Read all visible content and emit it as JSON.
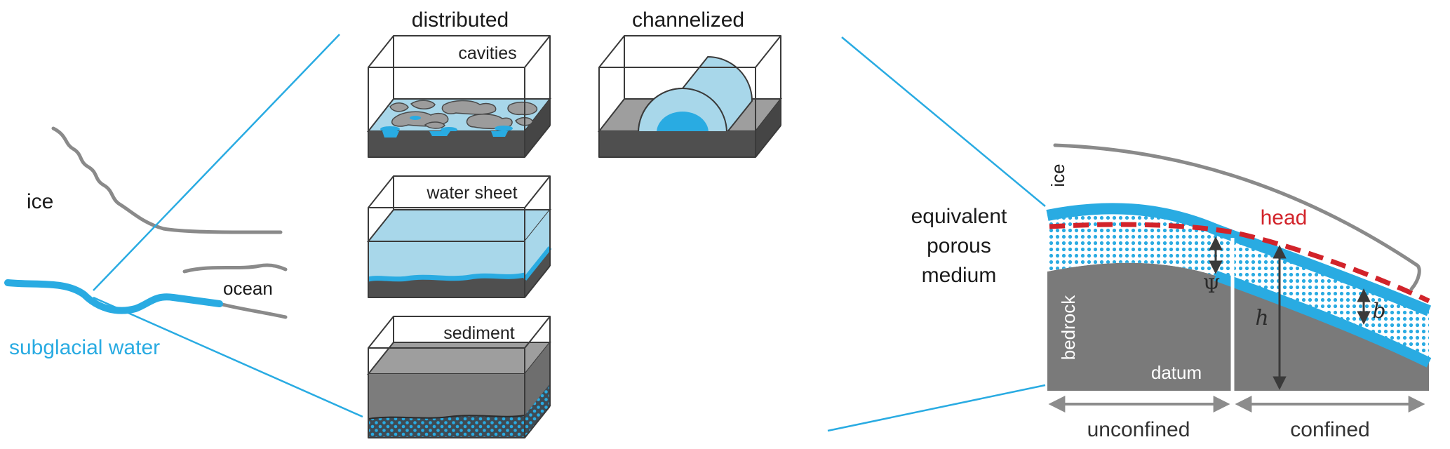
{
  "palette": {
    "water_cyan": "#29ABE2",
    "water_light": "#A8D7EA",
    "head_red": "#D2232A",
    "bedrock_gray": "#7a7a7a",
    "bed_dark": "#4f4f4f",
    "line_gray": "#8a8a8a",
    "outline_dark": "#3a3a3a"
  },
  "left_sketch": {
    "ice_label": "ice",
    "ocean_label": "ocean",
    "subglacial_water_label": "subglacial water"
  },
  "middle_panel": {
    "distributed_title": "distributed",
    "channelized_title": "channelized",
    "cavities_label": "cavities",
    "water_sheet_label": "water sheet",
    "sediment_label": "sediment"
  },
  "right_panel": {
    "epm_label_line1": "equivalent",
    "epm_label_line2": "porous",
    "epm_label_line3": "medium",
    "ice_label": "ice",
    "head_label": "head",
    "bedrock_label": "bedrock",
    "datum_label": "datum",
    "psi_symbol": "Ψ",
    "h_symbol": "h",
    "b_symbol": "b",
    "unconfined_label": "unconfined",
    "confined_label": "confined"
  }
}
